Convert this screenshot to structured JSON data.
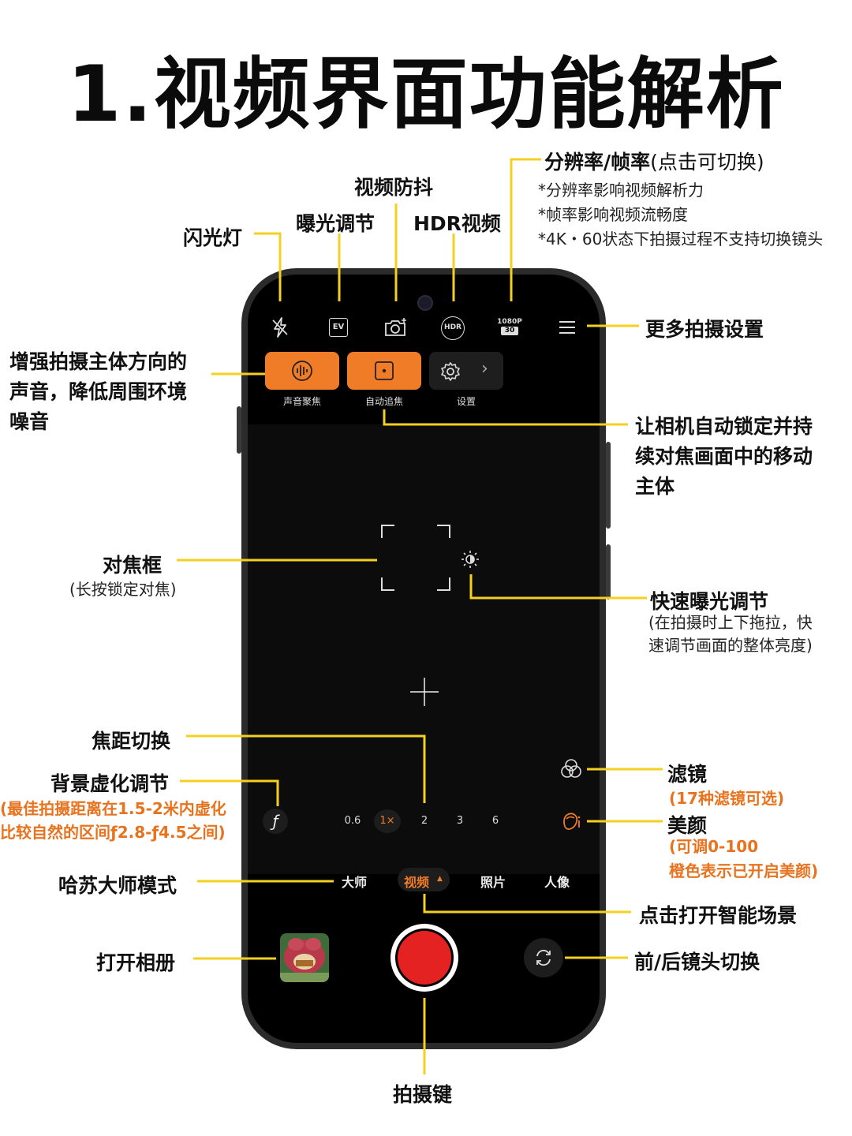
{
  "title": "1.视频界面功能解析",
  "top_labels": {
    "flash": "闪光灯",
    "exposure": "曝光调节",
    "stabilize": "视频防抖",
    "hdr": "HDR视频",
    "resolution_title": "分辨率/帧率",
    "resolution_hint": "(点击可切换)",
    "resolution_notes": [
      "*分辨率影响视频解析力",
      "*帧率影响视频流畅度",
      "*4K・60状态下拍摄过程不支持切换镜头"
    ]
  },
  "left_labels": {
    "sound_focus_desc": [
      "增强拍摄主体方向的",
      "声音，降低周围环境",
      "噪音"
    ],
    "focus_frame": "对焦框",
    "focus_frame_sub": "(长按锁定对焦)",
    "zoom_switch": "焦距切换",
    "bokeh": "背景虚化调节",
    "bokeh_sub": [
      "(最佳拍摄距离在1.5-2米内虚化",
      "比较自然的区间ƒ2.8-ƒ4.5之间)"
    ],
    "master_mode": "哈苏大师模式",
    "album": "打开相册"
  },
  "right_labels": {
    "more_settings": "更多拍摄设置",
    "auto_track_desc": [
      "让相机自动锁定并持",
      "续对焦画面中的移动",
      "主体"
    ],
    "quick_exposure": "快速曝光调节",
    "quick_exposure_sub": [
      "(在拍摄时上下拖拉，快",
      "速调节画面的整体亮度)"
    ],
    "filter": "滤镜",
    "filter_sub": "(17种滤镜可选)",
    "beauty": "美颜",
    "beauty_sub": [
      "(可调0-100",
      "橙色表示已开启美颜)"
    ],
    "smart_scene": "点击打开智能场景",
    "switch_camera": "前/后镜头切换"
  },
  "bottom_label": "拍摄键",
  "camera_ui": {
    "ev_text": "EV",
    "hdr_text": "HDR",
    "res_text": "1080P",
    "fps_text": "30",
    "chips": [
      "声音聚焦",
      "自动追焦",
      "设置"
    ],
    "chevron": "›",
    "zoom_levels": [
      "0.6",
      "1×",
      "2",
      "3",
      "6"
    ],
    "zoom_active": "1×",
    "aperture_symbol": "ƒ",
    "modes": [
      "大师",
      "视频",
      "照片",
      "人像"
    ],
    "mode_active": "视频",
    "mode_caret": "▲"
  },
  "colors": {
    "accent_orange": "#f07c27",
    "leader_yellow": "#f5d020",
    "record_red": "#e52222"
  }
}
